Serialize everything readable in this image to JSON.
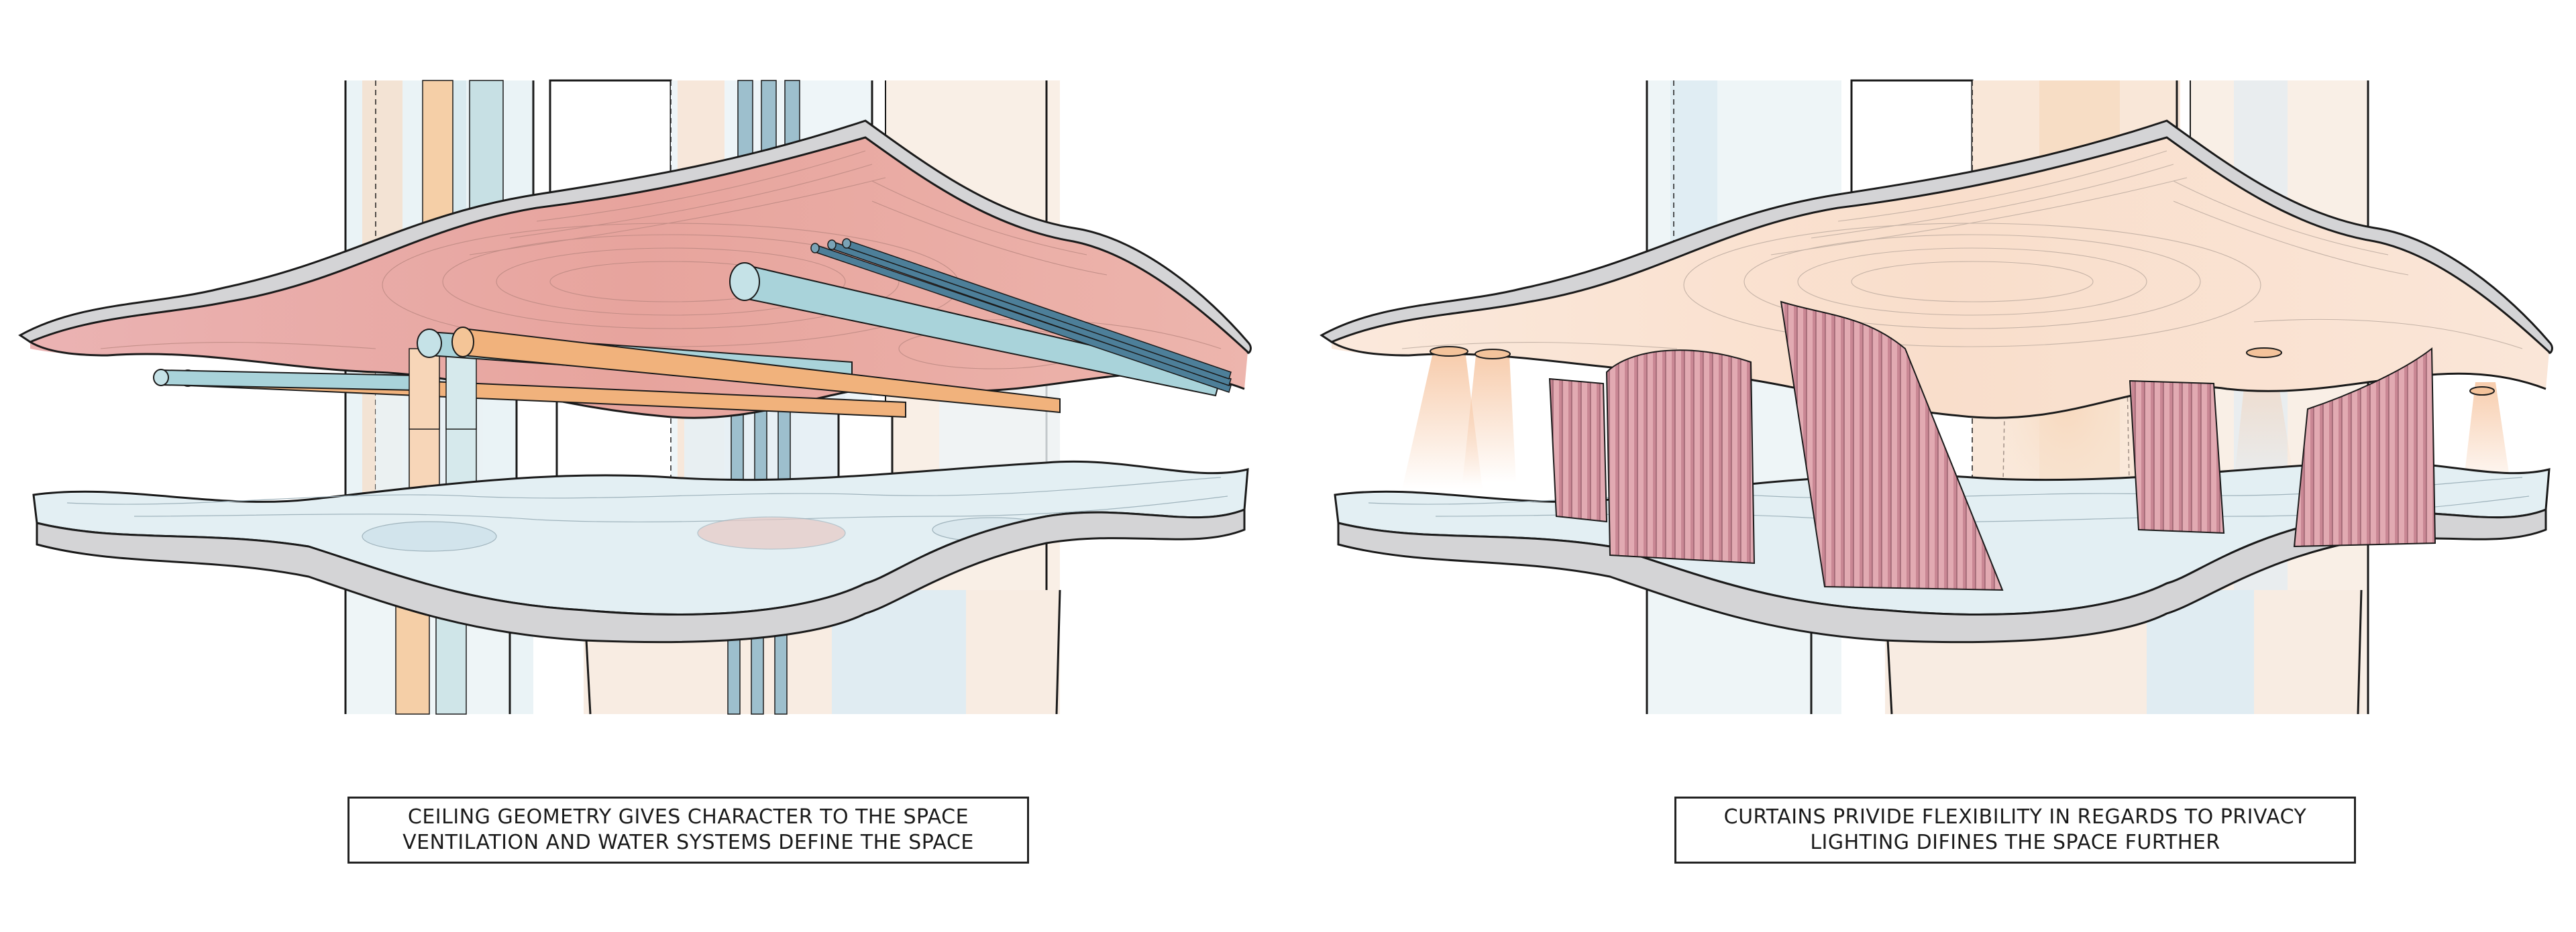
{
  "panels": [
    {
      "caption": {
        "line1": "CEILING GEOMETRY GIVES CHARACTER TO THE SPACE",
        "line2": "VENTILATION AND WATER SYSTEMS DEFINE THE SPACE"
      }
    },
    {
      "caption": {
        "line1": "CURTAINS PRIVIDE FLEXIBILITY IN REGARDS TO PRIVACY",
        "line2": "LIGHTING DIFINES THE SPACE FURTHER"
      }
    }
  ],
  "colors": {
    "outline": "#1a1a1a",
    "slab_edge": "#d4d4d6",
    "ceiling_red": "#e7a29c",
    "ceiling_peach": "#f8dcc4",
    "pale_blue": "#dcebf0",
    "duct_blue": "#a9d3da",
    "dark_pipe": "#4d7f99",
    "orange_pipe": "#f1b27c",
    "column_blue": "#a5c4d2",
    "curtain_pink": "#dd9ea8",
    "light_glow": "#f6c49f"
  }
}
